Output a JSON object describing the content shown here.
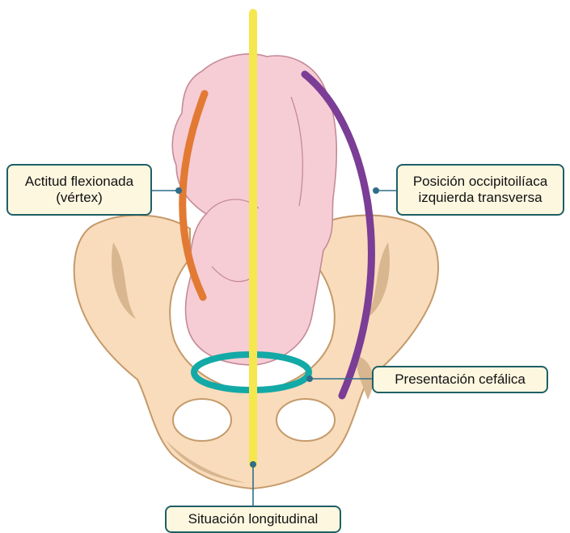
{
  "labels": {
    "attitude": {
      "line1": "Actitud flexionada",
      "line2": "(vértex)"
    },
    "position": {
      "line1": "Posición occipitoilíaca",
      "line2": "izquierda transversa"
    },
    "presentation": "Presentación cefálica",
    "situation": "Situación longitudinal"
  },
  "colors": {
    "pelvis_fill": "#f8dcbc",
    "pelvis_shadow": "#d8b68f",
    "pelvis_outline": "#c59a6a",
    "fetus_fill": "#f6cdd5",
    "fetus_outline": "#c58a98",
    "axis_line": "#f5e74e",
    "attitude_arc": "#e27a34",
    "position_arc": "#7b3d95",
    "presentation_ring": "#13a9a6",
    "callout_fill": "#fdf7e0",
    "callout_border": "#1e5f66",
    "leader_line": "#2f6e8a"
  }
}
